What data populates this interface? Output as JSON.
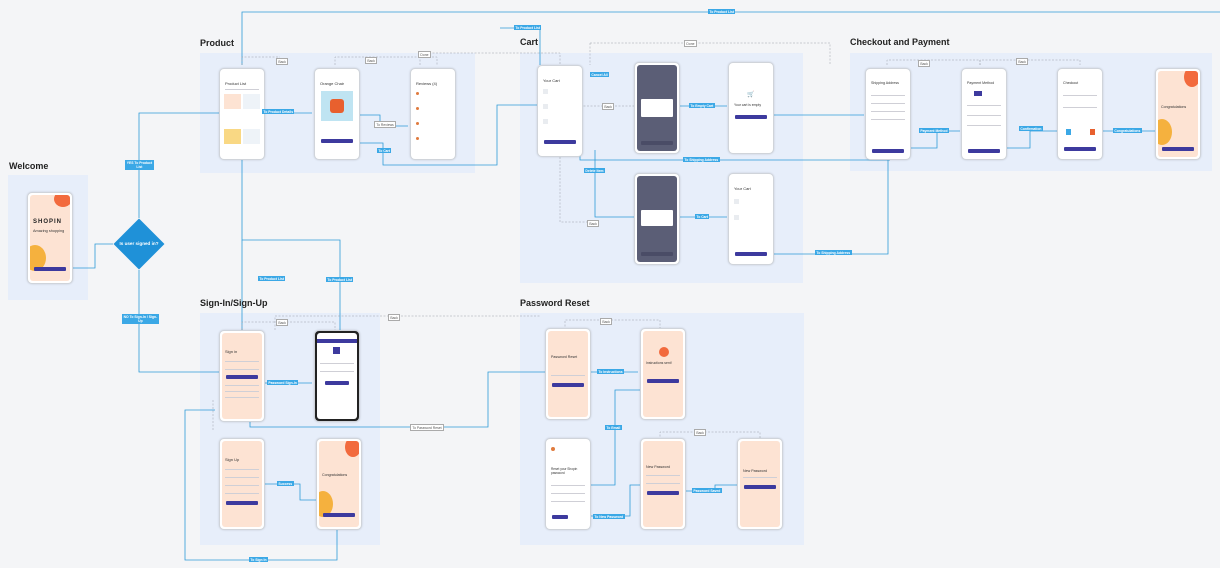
{
  "sections": {
    "welcome": "Welcome",
    "product": "Product",
    "cart": "Cart",
    "checkout": "Checkout and Payment",
    "signin": "Sign-In/Sign-Up",
    "password": "Password Reset"
  },
  "decision": {
    "text": "Is user signed in?"
  },
  "screens": {
    "welcome": {
      "brand": "SHOPIN",
      "title": "Amazing shopping"
    },
    "product_list": {
      "title": "Product List"
    },
    "product_detail": {
      "title": "Orange Chair"
    },
    "reviews": {
      "title": "Reviews (4)"
    },
    "your_cart": {
      "title": "Your Cart"
    },
    "cart_empty": {
      "title": "Your cart is empty"
    },
    "your_cart_2": {
      "title": "Your Cart"
    },
    "shipping": {
      "title": "Shipping Address"
    },
    "payment": {
      "title": "Payment Method"
    },
    "checkout": {
      "title": "Checkout"
    },
    "congrats_checkout": {
      "title": "Congratulations"
    },
    "sign_in": {
      "title": "Sign in"
    },
    "sign_up": {
      "title": "Sign Up"
    },
    "congrats_signup": {
      "title": "Congratulations"
    },
    "password_reset": {
      "title": "Password Reset"
    },
    "instructions": {
      "title": "Instructions sent!"
    },
    "reset_email": {
      "title": "Reset your Shopin password"
    },
    "new_password": {
      "title": "New Password"
    },
    "new_password_2": {
      "title": "New Password"
    }
  },
  "edges": {
    "yes_product_list": "YES To Product List",
    "no_signin": "NO To Sign-In / Sign-Up",
    "to_product_details": "To Product Details",
    "to_reviews": "To Reviews",
    "to_cart": "To Cart",
    "to_product_list_top": "To Product List",
    "to_product_list_top2": "To Product List",
    "back": "Back",
    "done": "Done",
    "cancel_all": "Cancel All",
    "to_empty_cart": "To Empty Cart",
    "to_shipping_address": "To Shipping Address",
    "delete_item": "Delete Item",
    "to_cart_2": "To Cart",
    "payment_method": "Payment Method",
    "confirmation": "Confirmation",
    "congratulations": "Congratulations",
    "to_product_list_mid": "To Product List",
    "to_product_list_mid2": "To Product List",
    "password_sign_in": "Password Sign-In",
    "to_password_reset": "To Password Reset",
    "success": "Success",
    "to_sign_in": "To Sign In",
    "to_instructions": "To Instructions",
    "to_email": "To Email",
    "to_new_password": "To New Password",
    "password_saved": "Password Saved"
  },
  "colors": {
    "accent": "#3ba8e6",
    "decision": "#1f91d8",
    "button": "#3d3a9e",
    "section_bg": "#e7eefa",
    "peach": "#fde3d3",
    "orange": "#f26a3d"
  }
}
